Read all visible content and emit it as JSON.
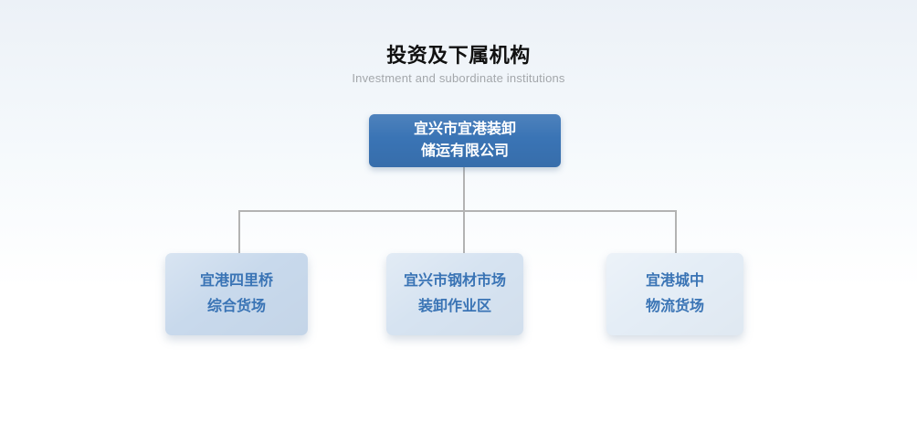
{
  "header": {
    "title": "投资及下属机构",
    "subtitle": "Investment and subordinate institutions"
  },
  "org_chart": {
    "root": {
      "name_line1": "宜兴市宜港装卸",
      "name_line2": "储运有限公司"
    },
    "children": [
      {
        "name_line1": "宜港四里桥",
        "name_line2": "综合货场"
      },
      {
        "name_line1": "宜兴市钢材市场",
        "name_line2": "装卸作业区"
      },
      {
        "name_line1": "宜港城中",
        "name_line2": "物流货场"
      }
    ]
  },
  "colors": {
    "accent_blue": "#3a74b5",
    "root_text": "#ffffff",
    "child_text": "#3a74b5",
    "child1_bg": "#c8d9ec",
    "child2_bg": "#d6e3f1",
    "child3_bg": "#e4edf6",
    "line_gray": "#b3b3b3",
    "title_text": "#111111",
    "subtitle_text": "#a3a7ab"
  }
}
